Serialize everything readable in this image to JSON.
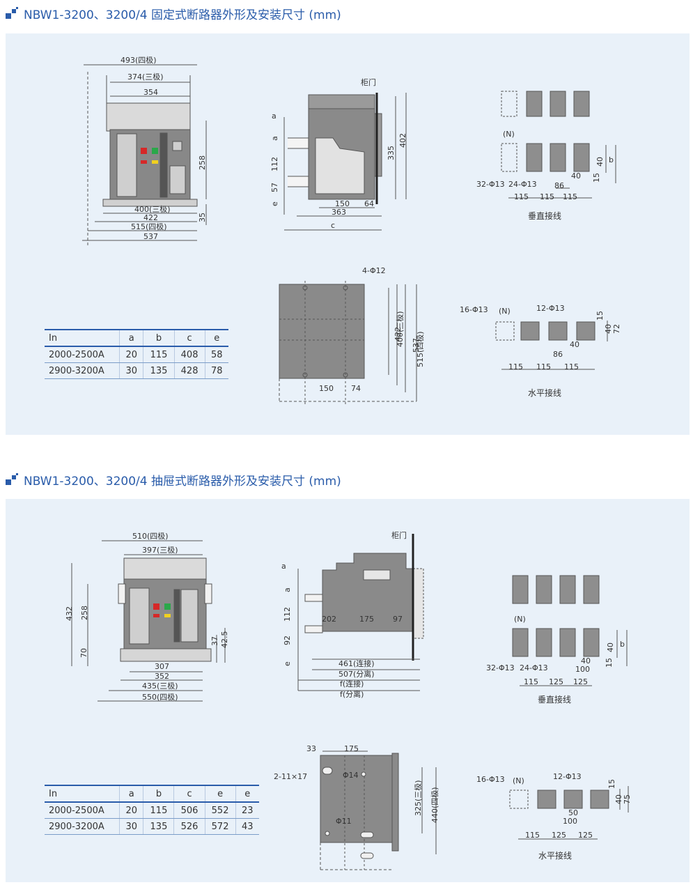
{
  "section1": {
    "title": "NBW1-3200、3200/4 固定式断路器外形及安装尺寸 (mm)",
    "front_dims": [
      "493(四极)",
      "374(三极)",
      "354",
      "258",
      "400(三极)",
      "422",
      "515(四极)",
      "537",
      "35"
    ],
    "side_dims": [
      "柜门",
      "a",
      "a",
      "112",
      "57",
      "e",
      "335",
      "402",
      "150",
      "64",
      "363",
      "c"
    ],
    "vertical_wiring": {
      "labels": [
        "(N)",
        "32-Φ13",
        "24-Φ13",
        "40",
        "b",
        "15",
        "86",
        "40",
        "115",
        "115",
        "115"
      ],
      "caption": "垂直接线"
    },
    "mount_dims": [
      "4-Φ12",
      "400(三极)",
      "422",
      "515(四极)",
      "537",
      "150",
      "74"
    ],
    "horizontal_wiring": {
      "labels": [
        "16-Φ13",
        "(N)",
        "12-Φ13",
        "15",
        "40",
        "72",
        "40",
        "86",
        "115",
        "115",
        "115"
      ],
      "caption": "水平接线"
    },
    "table": {
      "headers": [
        "In",
        "a",
        "b",
        "c",
        "e"
      ],
      "rows": [
        [
          "2000-2500A",
          "20",
          "115",
          "408",
          "58"
        ],
        [
          "2900-3200A",
          "30",
          "135",
          "428",
          "78"
        ]
      ]
    }
  },
  "section2": {
    "title": "NBW1-3200、3200/4 抽屉式断路器外形及安装尺寸 (mm)",
    "front_dims": [
      "510(四极)",
      "397(三极)",
      "432",
      "258",
      "70",
      "37",
      "42.5",
      "307",
      "352",
      "435(三极)",
      "550(四极)"
    ],
    "side_dims": [
      "柜门",
      "a",
      "a",
      "112",
      "92",
      "e",
      "202",
      "175",
      "97",
      "461(连接)",
      "507(分离)",
      "f(连接)",
      "f(分离)"
    ],
    "vertical_wiring": {
      "labels": [
        "(N)",
        "32-Φ13",
        "24-Φ13",
        "40",
        "b",
        "15",
        "40",
        "100",
        "115",
        "125",
        "125"
      ],
      "caption": "垂直接线"
    },
    "mount_dims": [
      "33",
      "175",
      "2-11×17",
      "Φ14",
      "Φ11",
      "325(三极)",
      "440(四极)"
    ],
    "horizontal_wiring": {
      "labels": [
        "16-Φ13",
        "(N)",
        "12-Φ13",
        "15",
        "40",
        "75",
        "50",
        "100",
        "115",
        "125",
        "125"
      ],
      "caption": "水平接线"
    },
    "table": {
      "headers": [
        "In",
        "a",
        "b",
        "c",
        "e",
        "e"
      ],
      "rows": [
        [
          "2000-2500A",
          "20",
          "115",
          "506",
          "552",
          "23"
        ],
        [
          "2900-3200A",
          "30",
          "135",
          "526",
          "572",
          "43"
        ]
      ]
    }
  }
}
